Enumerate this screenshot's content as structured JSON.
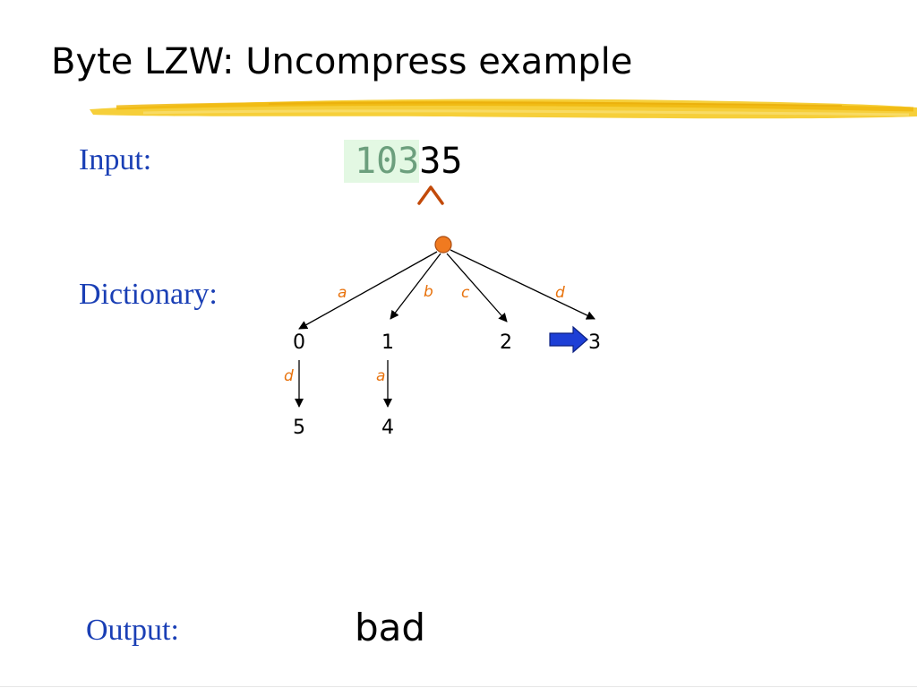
{
  "slide": {
    "title": "Byte LZW: Uncompress example",
    "input_label": "Input:",
    "dictionary_label": "Dictionary:",
    "output_label": "Output:",
    "input_consumed": "103",
    "input_remaining": "35",
    "output_value": "bad"
  },
  "tree": {
    "nodes": [
      "0",
      "1",
      "2",
      "3",
      "4",
      "5"
    ],
    "edges": [
      {
        "from": "root",
        "to": "0",
        "label": "a"
      },
      {
        "from": "root",
        "to": "1",
        "label": "b"
      },
      {
        "from": "root",
        "to": "2",
        "label": "c"
      },
      {
        "from": "root",
        "to": "3",
        "label": "d"
      },
      {
        "from": "0",
        "to": "5",
        "label": "d"
      },
      {
        "from": "1",
        "to": "4",
        "label": "a"
      }
    ],
    "highlighted_node": "3"
  },
  "colors": {
    "label_blue": "#1a3fb5",
    "edge_label_orange": "#e8720c",
    "root_node": "#f07a20",
    "pointer_arrow": "#1d3fd6",
    "caret": "#c24a0a",
    "highlight_bg": "#e3f8e3",
    "swoosh": "#f2c21b"
  }
}
